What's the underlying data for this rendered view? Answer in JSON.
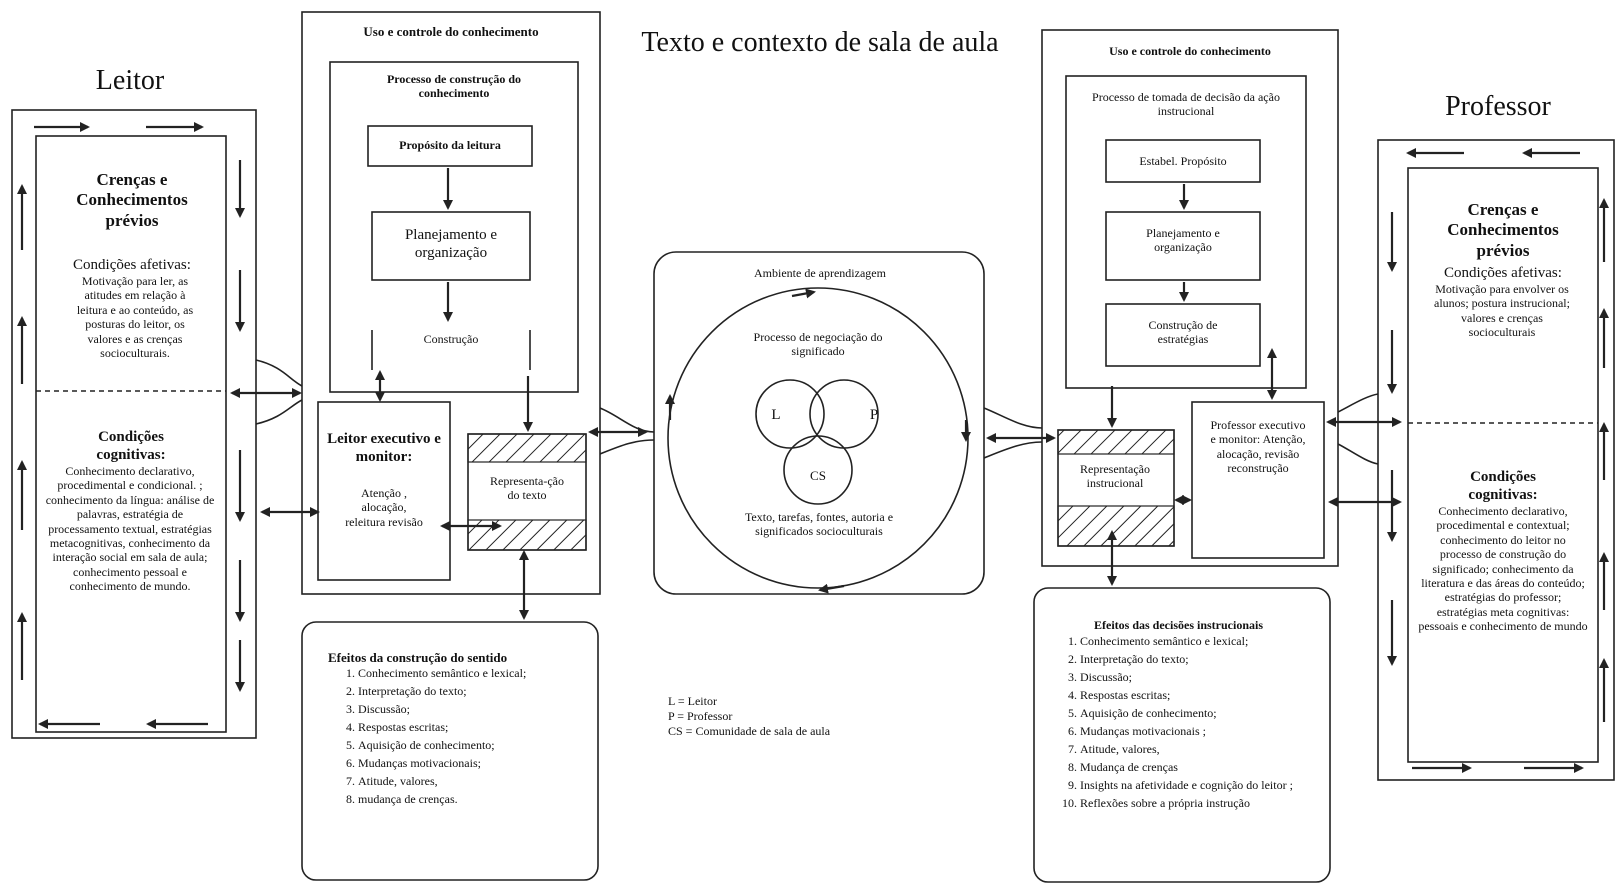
{
  "title": "Texto e contexto de sala de aula",
  "reader": {
    "label": "Leitor",
    "beliefs_title": "Crenças e Conhecimentos prévios",
    "affective_title": "Condições afetivas:",
    "affective_text": "Motivação para ler, as atitudes em relação à leitura e ao conteúdo, as posturas do leitor, os valores e as crenças socioculturais.",
    "cognitive_title": "Condições cognitivas:",
    "cognitive_text": "Conhecimento declarativo, procedimental e condicional. ; conhecimento da língua: análise de palavras, estratégia de processamento textual, estratégias metacognitivas, conhecimento da interação social em sala de aula; conhecimento pessoal e conhecimento de mundo."
  },
  "reader_control": {
    "title": "Uso e controle do conhecimento",
    "process_title": "Processo de construção do conhecimento",
    "step1": "Propósito da leitura",
    "step2": "Planejamento e organização",
    "step3": "Construção",
    "executive_title": "Leitor executivo e monitor:",
    "executive_text": "Atenção , alocação, releitura revisão",
    "representation": "Representa-ção do texto"
  },
  "reader_effects": {
    "title": "Efeitos da construção do sentido",
    "items": [
      "Conhecimento semântico e lexical;",
      "Interpretação do texto;",
      "Discussão;",
      "Respostas escritas;",
      "Aquisição de conhecimento;",
      "Mudanças motivacionais;",
      "Atitude, valores,",
      "mudança de crenças."
    ]
  },
  "environment": {
    "title": "Ambiente de aprendizagem",
    "negotiation": "Processo de negociação do significado",
    "circle_l": "L",
    "circle_p": "P",
    "circle_cs": "CS",
    "texts": "Texto, tarefas, fontes, autoria e significados socioculturais"
  },
  "legend": {
    "l": "L = Leitor",
    "p": "P = Professor",
    "cs": "CS = Comunidade de sala de aula"
  },
  "teacher_control": {
    "title": "Uso e controle do conhecimento",
    "process_title": "Processo de tomada de decisão da ação instrucional",
    "step1": "Estabel. Propósito",
    "step2": "Planejamento e organização",
    "step3": "Construção de estratégias",
    "representation": "Representação instrucional",
    "executive_text": "Professor executivo e monitor: Atenção, alocação, revisão reconstrução"
  },
  "teacher_effects": {
    "title": "Efeitos das decisões instrucionais",
    "items": [
      "Conhecimento semântico e lexical;",
      "Interpretação do texto;",
      "Discussão;",
      "Respostas escritas;",
      "Aquisição de conhecimento;",
      "Mudanças motivacionais ;",
      "Atitude, valores,",
      "Mudança de crenças",
      "Insights na afetividade e cognição do leitor ;",
      "Reflexões sobre a própria instrução"
    ]
  },
  "teacher": {
    "label": "Professor",
    "beliefs_title": "Crenças e Conhecimentos prévios",
    "affective_title": "Condições afetivas:",
    "affective_text": "Motivação para envolver os alunos; postura instrucional; valores e crenças socioculturais",
    "cognitive_title": "Condições cognitivas:",
    "cognitive_text": "Conhecimento declarativo, procedimental e contextual; conhecimento do leitor no processo de construção do significado; conhecimento da literatura e das áreas do conteúdo; estratégias do professor; estratégias meta cognitivas: pessoais e conhecimento de mundo"
  }
}
